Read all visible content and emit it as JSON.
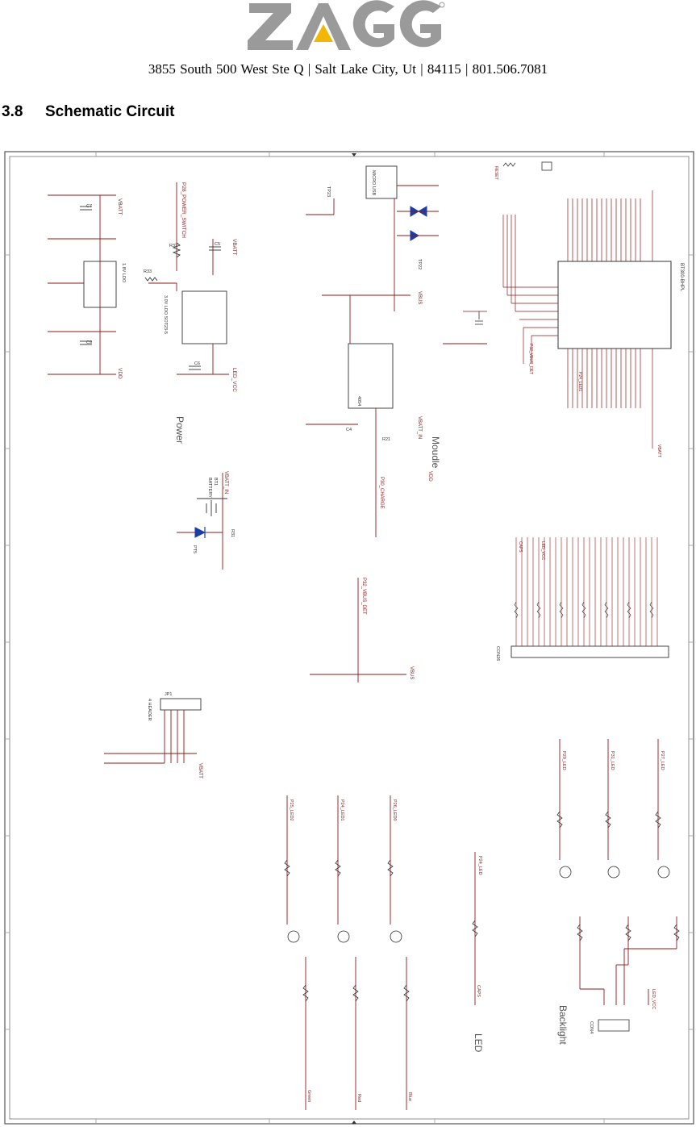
{
  "header": {
    "logo_text": "ZAGG",
    "address": "3855 South 500 West Ste Q  |  Salt Lake City, Ut  | 84115 | 801.506.7081"
  },
  "section": {
    "number": "3.8",
    "title": "Schematic Circuit"
  },
  "schematic": {
    "block_labels": {
      "power": "Power",
      "module": "Moudle",
      "led": "LED",
      "backlight": "Backlight"
    },
    "components": {
      "u1": "BT300-BHPL",
      "u4": "1.8V LDO",
      "u3": "3.0V LDO SOT23-5",
      "u2": "4054",
      "usb1": "MICRO USB",
      "bt1": "BATTERY",
      "jp1": "4 HEADER",
      "j1": "CON26",
      "j2": "CON4"
    },
    "nets": {
      "vbatt": "VBATT",
      "vdd": "VDD",
      "vbus": "VBUS",
      "led_vcc": "LED_VCC",
      "p28_power_switch": "P28_POWER_SWITCH",
      "p30_charge": "P30_CHARGE",
      "p32_vbus_det": "P32_VBUS_DET",
      "vbatt_in": "VBATT_IN",
      "caps": "CAPS",
      "reset": "RESET",
      "tp22": "TP22",
      "tp23": "TP23",
      "p24_led1": "P24_LED1",
      "p25_led2": "P25_LED2",
      "p26_led0": "P26_LED0",
      "p27_led": "P27_LED",
      "p29_led": "P29_LED",
      "p31_led": "P31_LED",
      "green": "Green",
      "red": "Red",
      "blue": "Blue"
    }
  }
}
